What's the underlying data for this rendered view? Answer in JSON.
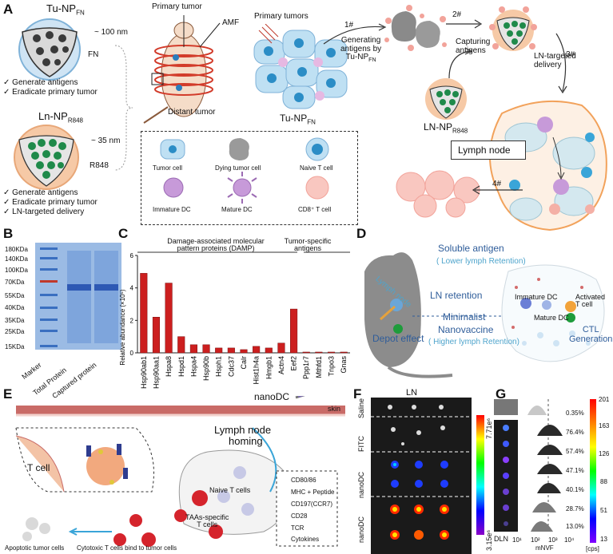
{
  "panel_a": {
    "label": "A",
    "tu_np": {
      "name": "Tu-NP",
      "sub": "FN",
      "size": "~ 100 nm",
      "component": "FN",
      "checks": [
        "Generate antigens",
        "Eradicate primary tumor"
      ]
    },
    "ln_np": {
      "name": "Ln-NP",
      "sub": "R848",
      "size": "~ 35 nm",
      "component": "R848",
      "checks": [
        "Generate antigens",
        "Eradicate primary tumor",
        "LN-targeted delivery"
      ]
    },
    "mouse": {
      "primary": "Primary tumor",
      "amf": "AMF",
      "distant": "Distant tumor"
    },
    "flow": {
      "primary_tumors": "Primary tumors",
      "step1": "1#",
      "step2": "2#",
      "step3": "3#",
      "step4": "4#",
      "generating": [
        "Generating",
        "antigens by",
        "Tu-NP"
      ],
      "generating_sub": "FN",
      "capturing": [
        "Capturing",
        "antigens"
      ],
      "ln_targeted": [
        "LN-targeted",
        "delivery"
      ],
      "tu_np_label": "Tu-NP",
      "tu_np_sub": "FN",
      "ln_np_label": "LN-NP",
      "ln_np_sub": "R848",
      "lymph_node": "Lymph node"
    },
    "legend": [
      "Tumor cell",
      "Dying tumor cell",
      "Naive T cell",
      "Immature DC",
      "Mature DC",
      "CD8⁺ T cell"
    ]
  },
  "panel_b": {
    "label": "B",
    "ladder": [
      "180KDa",
      "140KDa",
      "100KDa",
      "70KDa",
      "55KDa",
      "40KDa",
      "35KDa",
      "25KDa",
      "15KDa"
    ],
    "lanes": [
      "Marker",
      "Total Protein",
      "Captured protein"
    ]
  },
  "panel_c": {
    "label": "C",
    "group1": [
      "Damage-associated molecular",
      "pattern proteins (DAMP)"
    ],
    "group2": [
      "Tumor-specific",
      "antigens"
    ]
  },
  "chart_data": {
    "type": "bar",
    "ylabel": "Relative abundance (×10⁵)",
    "ylim": [
      0,
      6
    ],
    "yticks": [
      0,
      2,
      4,
      6
    ],
    "categories": [
      "Hsp90ab1",
      "Hsp90aa1",
      "Hspa8",
      "Hspd1",
      "Hspa4",
      "Hsp90b",
      "Hsph1",
      "Cdc37",
      "Calr",
      "Hist1h4a",
      "Hmgb1",
      "Actn4",
      "Eef2",
      "Ppp1r7",
      "Mthfd1",
      "Tnpo3",
      "Gnas"
    ],
    "values": [
      4.9,
      2.2,
      4.3,
      1.0,
      0.5,
      0.5,
      0.3,
      0.3,
      0.2,
      0.4,
      0.3,
      0.6,
      2.7,
      0.05,
      0.05,
      0.05,
      0.05
    ],
    "color": "#cc1f1f"
  },
  "panel_d": {
    "label": "D",
    "soluble": "Soluble antigen",
    "lower": "( Lower lymph Retention)",
    "lymph_node": "Lymph node",
    "ln_retention": "LN retention",
    "minimalist": "Minimalist",
    "nanovaccine": "Nanovaccine",
    "higher": "( Higher lymph Retention)",
    "depot": "Depot effect",
    "immature_dc": "Immature DC",
    "mature_dc": "Mature DC",
    "activated": [
      "Activated",
      "T cell"
    ],
    "ctl": [
      "CTL",
      "Generation"
    ]
  },
  "panel_e": {
    "label": "E",
    "nanodc": "nanoDC",
    "skin": "skin",
    "homing": [
      "Lymph node",
      "homing"
    ],
    "t_cell": "T cell",
    "naive": "Naive T cells",
    "taas": [
      "TAAs-specific",
      "T cells"
    ],
    "apoptotic": "Apoptotic tumor cells",
    "cytotoxic": "Cytotoxic T cells bind to tumor cells",
    "legend": [
      "CD80/86",
      "MHC + Peptide",
      "CD197(CCR7)",
      "CD28",
      "TCR",
      "Cytokines"
    ]
  },
  "panel_f": {
    "label": "F",
    "title": "LN",
    "rows": [
      "Saline",
      "FITC",
      "nanoDC",
      "nanoDC"
    ],
    "scale_max": "7.71e⁶",
    "scale_min": "3.15e⁶"
  },
  "panel_g": {
    "label": "G",
    "percents": [
      "0.35%",
      "76.4%",
      "57.4%",
      "47.1%",
      "40.1%",
      "28.7%",
      "13.0%"
    ],
    "dln": "DLN",
    "xticks": [
      "10¹",
      "10²",
      "10³",
      "10⁴"
    ],
    "xlabel": "mNVF",
    "scale": [
      "201",
      "163",
      "126",
      "88",
      "51",
      "13"
    ],
    "unit": "[cps]"
  }
}
